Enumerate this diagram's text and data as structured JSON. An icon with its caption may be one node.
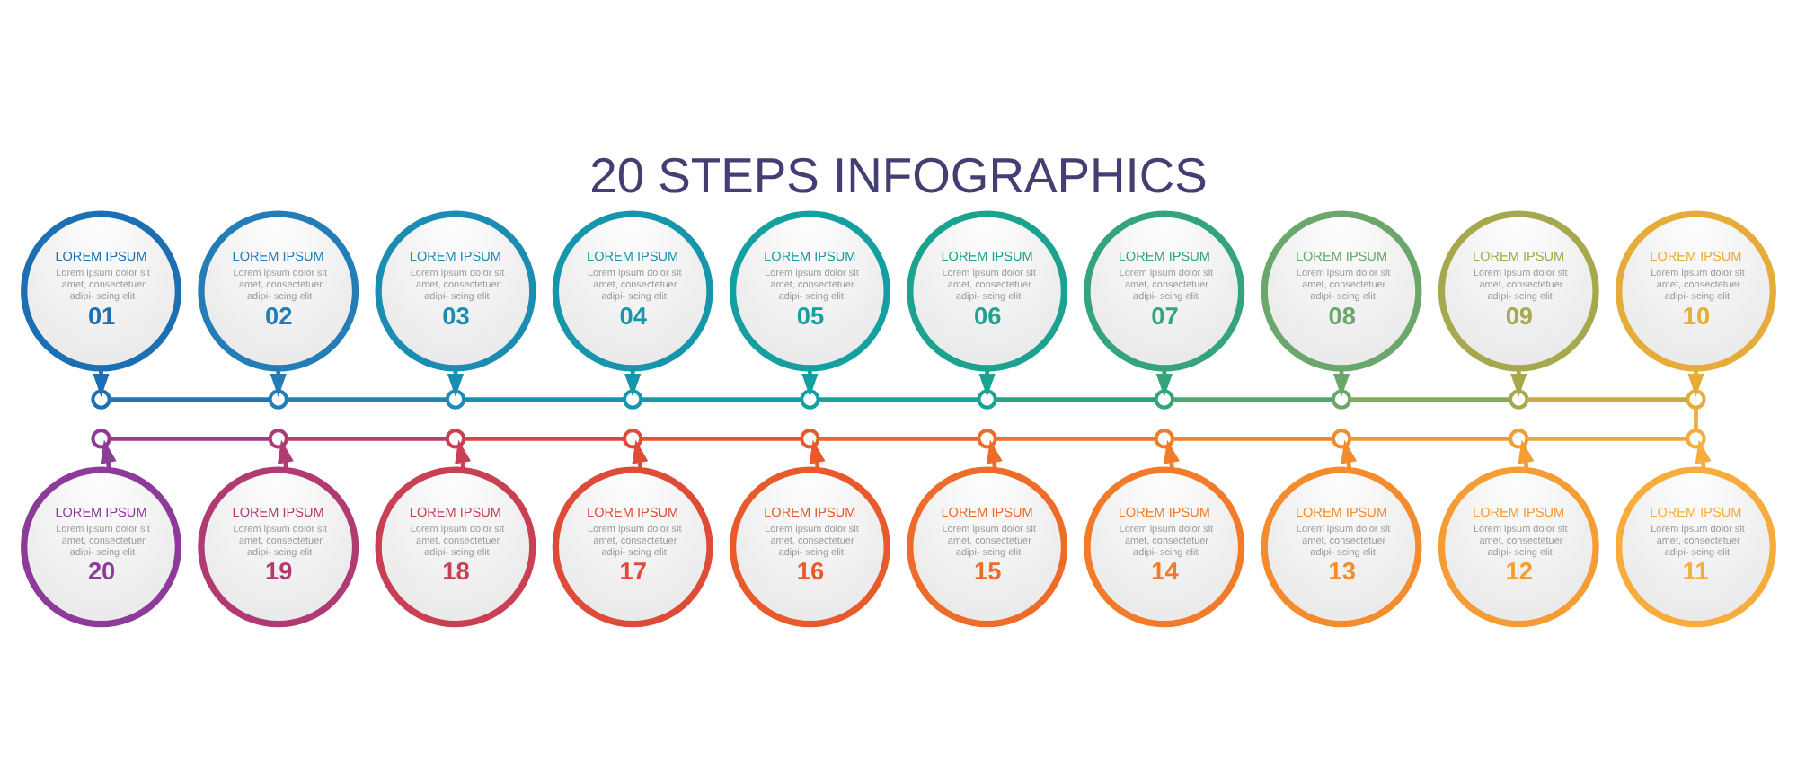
{
  "diagram": {
    "title": "20 STEPS INFOGRAPHICS",
    "nodes": [
      {
        "text": [
          "LOREM IPSUM",
          "Lorem ipsum dolor sit amet, consectetuer adipi- scing elit",
          "01"
        ]
      },
      {
        "text": [
          "LOREM IPSUM",
          "Lorem ipsum dolor sit amet, consectetuer adipi- scing elit",
          "02"
        ]
      },
      {
        "text": [
          "LOREM IPSUM",
          "Lorem ipsum dolor sit amet, consectetuer adipi- scing elit",
          "03"
        ]
      },
      {
        "text": [
          "LOREM IPSUM",
          "Lorem ipsum dolor sit amet, consectetuer adipi- scing elit",
          "04"
        ]
      },
      {
        "text": [
          "LOREM IPSUM",
          "Lorem ipsum dolor sit amet, consectetuer adipi- scing elit",
          "05"
        ]
      },
      {
        "text": [
          "LOREM IPSUM",
          "Lorem ipsum dolor sit amet, consectetuer adipi- scing elit",
          "06"
        ]
      },
      {
        "text": [
          "LOREM IPSUM",
          "Lorem ipsum dolor sit amet, consectetuer adipi- scing elit",
          "07"
        ]
      },
      {
        "text": [
          "LOREM IPSUM",
          "Lorem ipsum dolor sit amet, consectetuer adipi- scing elit",
          "08"
        ]
      },
      {
        "text": [
          "LOREM IPSUM",
          "Lorem ipsum dolor sit amet, consectetuer adipi- scing elit",
          "09"
        ]
      },
      {
        "text": [
          "LOREM IPSUM",
          "Lorem ipsum dolor sit amet, consectetuer adipi- scing elit",
          "10"
        ]
      },
      {
        "text": [],
        "shape": "circle"
      },
      {
        "text": [],
        "shape": "circle"
      },
      {
        "text": [],
        "shape": "circle"
      },
      {
        "text": [],
        "shape": "circle"
      },
      {
        "text": [],
        "shape": "circle"
      },
      {
        "text": [],
        "shape": "circle"
      },
      {
        "text": [],
        "shape": "circle"
      },
      {
        "text": [],
        "shape": "circle"
      },
      {
        "text": [],
        "shape": "circle"
      },
      {
        "text": [],
        "shape": "circle"
      },
      {
        "text": [],
        "shape": "circle"
      },
      {
        "text": [],
        "shape": "circle"
      },
      {
        "text": [],
        "shape": "circle"
      },
      {
        "text": [],
        "shape": "circle"
      },
      {
        "text": [],
        "shape": "circle"
      },
      {
        "text": [],
        "shape": "circle"
      },
      {
        "text": [],
        "shape": "circle"
      },
      {
        "text": [],
        "shape": "circle"
      },
      {
        "text": [],
        "shape": "circle"
      },
      {
        "text": [],
        "shape": "circle"
      },
      {
        "text": [
          "LOREM IPSUM",
          "Lorem ipsum dolor sit amet, consectetuer adipi- scing elit",
          "20"
        ]
      },
      {
        "text": [
          "LOREM IPSUM",
          "Lorem ipsum dolor sit amet, consectetuer adipi- scing elit",
          "19"
        ]
      },
      {
        "text": [
          "LOREM IPSUM",
          "Lorem ipsum dolor sit amet, consectetuer adipi- scing elit",
          "18"
        ]
      },
      {
        "text": [
          "LOREM IPSUM",
          "Lorem ipsum dolor sit amet, consectetuer adipi- scing elit",
          "17"
        ]
      },
      {
        "text": [
          "LOREM IPSUM",
          "Lorem ipsum dolor sit amet, consectetuer adipi- scing elit",
          "16"
        ]
      },
      {
        "text": [
          "LOREM IPSUM",
          "Lorem ipsum dolor sit amet, consectetuer adipi- scing elit",
          "15"
        ]
      },
      {
        "text": [
          "LOREM IPSUM",
          "Lorem ipsum dolor sit amet, consectetuer adipi- scing elit",
          "14"
        ]
      },
      {
        "text": [
          "LOREM IPSUM",
          "Lorem ipsum dolor sit amet, consectetuer adipi- scing elit",
          "13"
        ]
      },
      {
        "text": [
          "LOREM IPSUM",
          "Lorem ipsum dolor sit amet, consectetuer adipi- scing elit",
          "12"
        ]
      },
      {
        "text": [
          "LOREM IPSUM",
          "Lorem ipsum dolor sit amet, consectetuer adipi- scing elit",
          "11"
        ]
      }
    ],
    "edges": [
      {
        "from": 0,
        "to": 10,
        "arrow": "to",
        "color": "#1d6fb4"
      },
      {
        "from": 1,
        "to": 11,
        "arrow": "to",
        "color": "#237db6"
      },
      {
        "from": 2,
        "to": 12,
        "arrow": "to",
        "color": "#1c8db2"
      },
      {
        "from": 3,
        "to": 13,
        "arrow": "to",
        "color": "#1696aa"
      },
      {
        "from": 4,
        "to": 14,
        "arrow": "to",
        "color": "#14a0a1"
      },
      {
        "from": 5,
        "to": 15,
        "arrow": "to",
        "color": "#1ca38f"
      },
      {
        "from": 6,
        "to": 16,
        "arrow": "to",
        "color": "#34a57b"
      },
      {
        "from": 7,
        "to": 17,
        "arrow": "to",
        "color": "#6ba76a"
      },
      {
        "from": 8,
        "to": 18,
        "arrow": "to",
        "color": "#a7a84e"
      },
      {
        "from": 9,
        "to": 19,
        "arrow": "to",
        "color": "#e6ac39"
      },
      {
        "from": 10,
        "to": 11,
        "arrow": "none",
        "color": "#2076b5"
      },
      {
        "from": 11,
        "to": 12,
        "arrow": "none",
        "color": "#2085b4"
      },
      {
        "from": 12,
        "to": 13,
        "arrow": "none",
        "color": "#1992ae"
      },
      {
        "from": 13,
        "to": 14,
        "arrow": "none",
        "color": "#159ba6"
      },
      {
        "from": 14,
        "to": 15,
        "arrow": "none",
        "color": "#18a298"
      },
      {
        "from": 15,
        "to": 16,
        "arrow": "none",
        "color": "#28a485"
      },
      {
        "from": 16,
        "to": 17,
        "arrow": "none",
        "color": "#50a672"
      },
      {
        "from": 17,
        "to": 18,
        "arrow": "none",
        "color": "#89a85c"
      },
      {
        "from": 18,
        "to": 19,
        "arrow": "none",
        "color": "#c7aa43"
      },
      {
        "from": 19,
        "to": 29,
        "arrow": "none",
        "color": "#efac3a"
      },
      {
        "from": 20,
        "to": 21,
        "arrow": "none",
        "color": "#9f3a85"
      },
      {
        "from": 21,
        "to": 22,
        "arrow": "none",
        "color": "#bd3c63"
      },
      {
        "from": 22,
        "to": 23,
        "arrow": "none",
        "color": "#d44646"
      },
      {
        "from": 23,
        "to": 24,
        "arrow": "none",
        "color": "#e35333"
      },
      {
        "from": 24,
        "to": 25,
        "arrow": "none",
        "color": "#eb622a"
      },
      {
        "from": 25,
        "to": 26,
        "arrow": "none",
        "color": "#f0732a"
      },
      {
        "from": 26,
        "to": 27,
        "arrow": "none",
        "color": "#f3842c"
      },
      {
        "from": 27,
        "to": 28,
        "arrow": "none",
        "color": "#f59431"
      },
      {
        "from": 28,
        "to": 29,
        "arrow": "none",
        "color": "#f6a438"
      },
      {
        "from": 30,
        "to": 20,
        "arrow": "to",
        "color": "#8d3b98"
      },
      {
        "from": 31,
        "to": 21,
        "arrow": "to",
        "color": "#b03a72"
      },
      {
        "from": 32,
        "to": 22,
        "arrow": "to",
        "color": "#c93f54"
      },
      {
        "from": 33,
        "to": 23,
        "arrow": "to",
        "color": "#de4c39"
      },
      {
        "from": 34,
        "to": 24,
        "arrow": "to",
        "color": "#e85a2c"
      },
      {
        "from": 35,
        "to": 25,
        "arrow": "to",
        "color": "#ee6b29"
      },
      {
        "from": 36,
        "to": 26,
        "arrow": "to",
        "color": "#f27b29"
      },
      {
        "from": 37,
        "to": 27,
        "arrow": "to",
        "color": "#f48c2e"
      },
      {
        "from": 38,
        "to": 28,
        "arrow": "to",
        "color": "#f59c34"
      },
      {
        "from": 39,
        "to": 29,
        "arrow": "to",
        "color": "#f7ac3c"
      }
    ]
  }
}
